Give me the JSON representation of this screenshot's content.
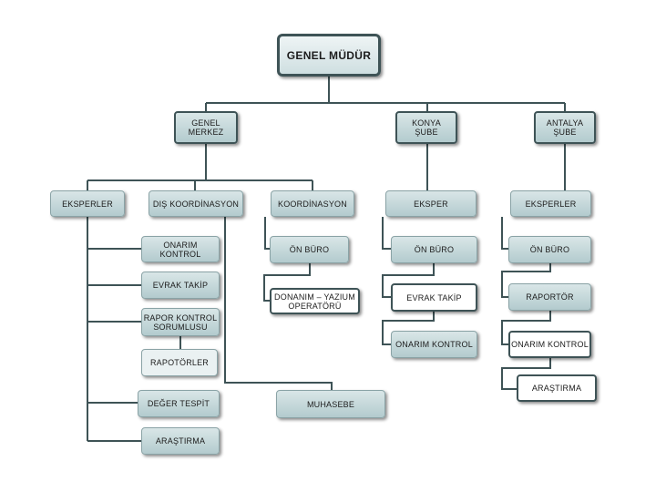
{
  "org": {
    "root": "GENEL MÜDÜR",
    "genel_merkez": "GENEL\nMERKEZ",
    "konya": "KONYA\nŞUBE",
    "antalya": "ANTALYA\nŞUBE",
    "gm": {
      "eksperler": "EKSPERLER",
      "dis_koordinasyon": "DIŞ KOORDİNASYON",
      "koordinasyon": "KOORDİNASYON",
      "onarim_kontrol": "ONARIM KONTROL",
      "evrak_takip": "EVRAK TAKİP",
      "rapor_kontrol": "RAPOR KONTROL\nSORUMLUSU",
      "raportorler": "RAPOTÖRLER",
      "deger_tespit": "DEĞER TESPİT",
      "arastirma": "ARAŞTIRMA",
      "muhasebe": "MUHASEBE",
      "on_buro": "ÖN BÜRO",
      "donanim": "DONANIM – YAZIUM\nOPERATÖRÜ"
    },
    "konya_units": {
      "eksper": "EKSPER",
      "on_buro": "ÖN BÜRO",
      "evrak_takip": "EVRAK TAKİP",
      "onarim_kontrol": "ONARIM KONTROL"
    },
    "antalya_units": {
      "eksperler": "EKSPERLER",
      "on_buro": "ÖN BÜRO",
      "raportor": "RAPORTÖR",
      "onarim_kontrol": "ONARIM KONTROL",
      "arastirma": "ARAŞTIRMA"
    }
  }
}
